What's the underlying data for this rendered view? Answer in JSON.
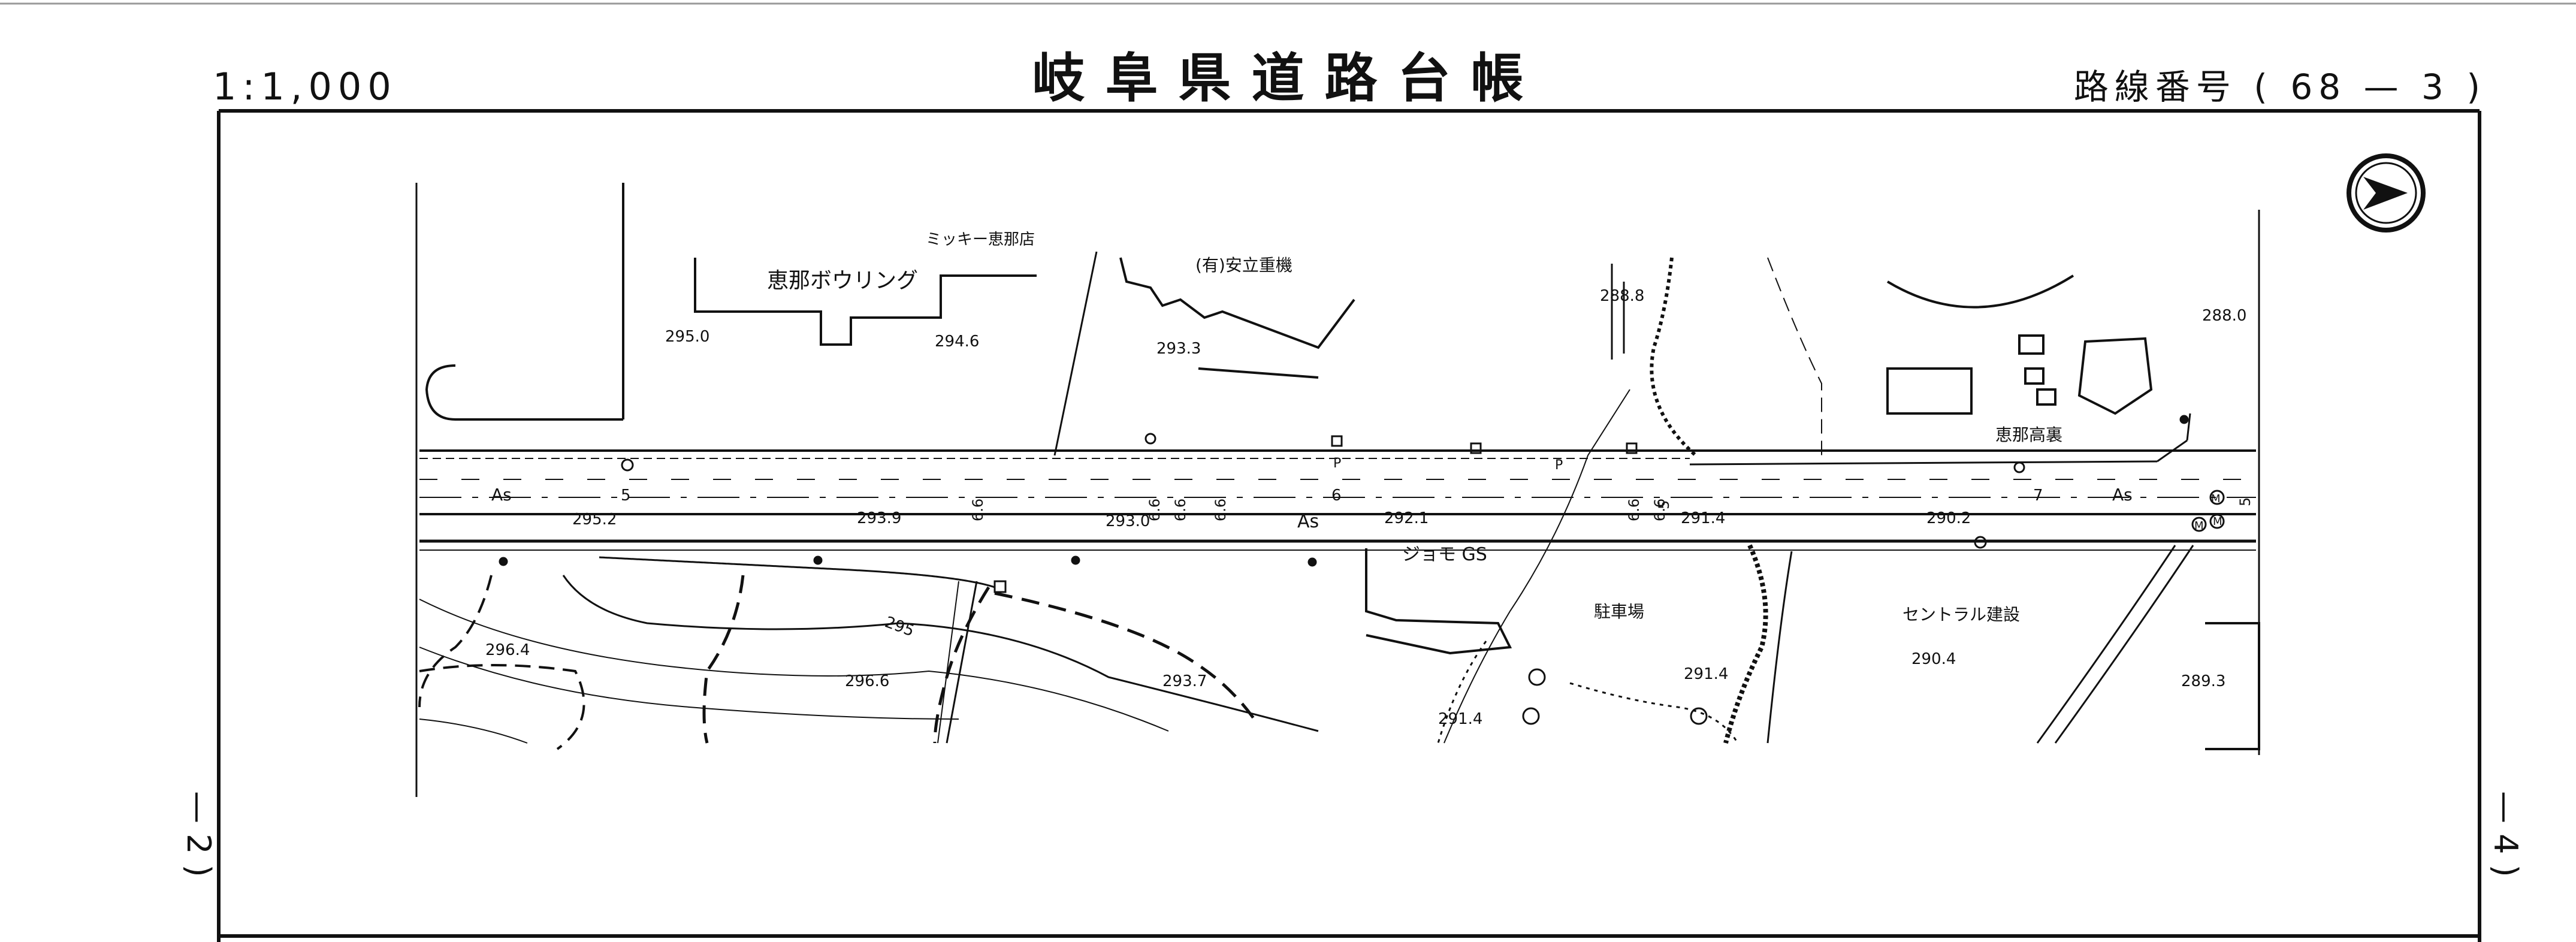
{
  "sheet": {
    "title": "岐阜県道路台帳",
    "scale": "1:1,000",
    "route_label": "路線番号 ( 68 — 3 )",
    "prev_sheet": "— 2 )",
    "next_sheet": "— 4 )"
  },
  "map": {
    "north_arrow": "north-arrow-icon",
    "place_labels": {
      "bowling": "恵那ボウリング",
      "mickey": "ミッキー恵那店",
      "yasudachi": "(有)安立重機",
      "joumo": "ジョモ GS",
      "parking": "駐車場",
      "ena_koura": "恵那高裏",
      "central": "セントラル建設"
    },
    "elevations": {
      "e1": "295.0",
      "e2": "294.6",
      "e3": "293.3",
      "e4": "288.8",
      "e5": "288.0",
      "e6": "295.2",
      "e7": "293.9",
      "e8": "293.0",
      "e9": "292.1",
      "e10": "291.4",
      "e11": "290.2",
      "e12": "296.4",
      "e13": "296.6",
      "e14": "293.7",
      "e15": "291.4",
      "e16": "291.4",
      "e17": "290.4",
      "e18": "289.3"
    },
    "contour_label": "295",
    "road_surface": {
      "a": "As",
      "b": "As",
      "c": "As"
    },
    "road_widths": {
      "w1": "5",
      "w2": "6",
      "w3": "6.6",
      "w4": "6.6",
      "w5": "6.6",
      "w6": "6.6",
      "w7": "6.6",
      "w8": "6.6",
      "w9": "5",
      "w10": "7",
      "w11": "5"
    },
    "markers": {
      "p1": "P",
      "p2": "P",
      "m1": "M",
      "m2": "M",
      "m3": "M"
    }
  }
}
